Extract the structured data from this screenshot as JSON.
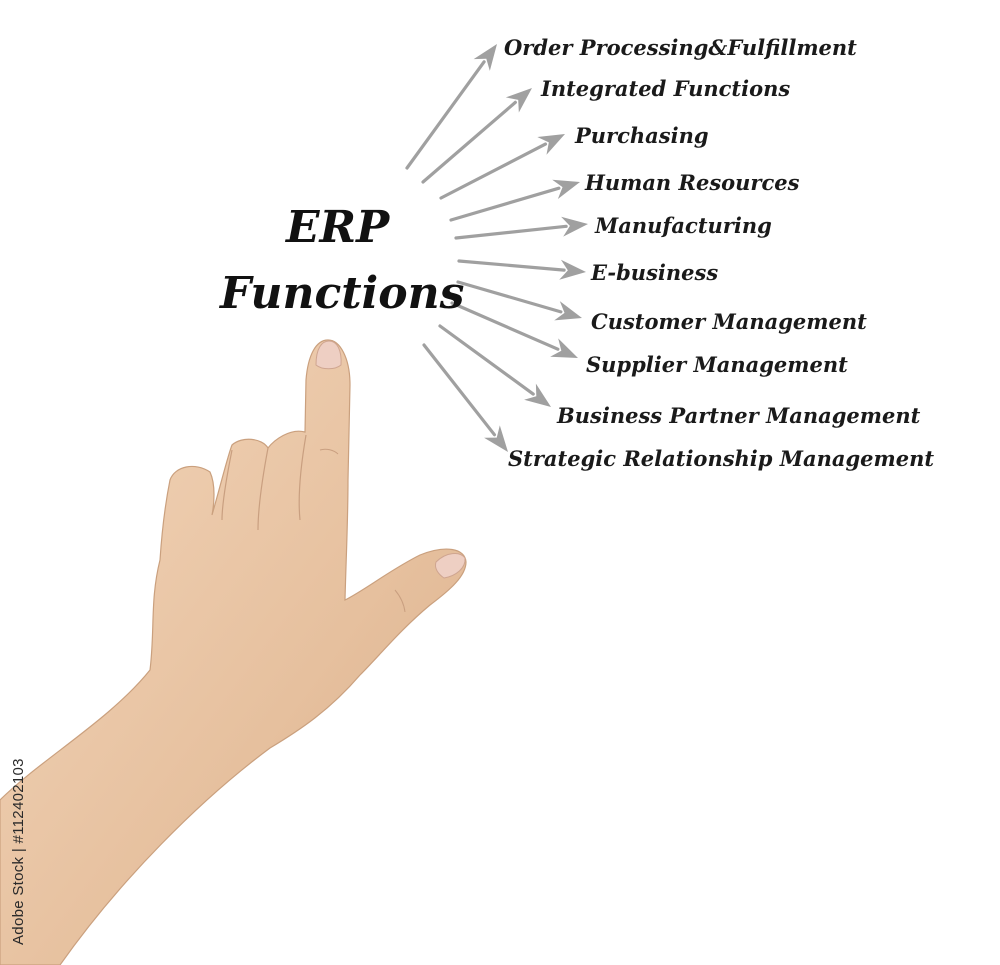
{
  "diagram": {
    "title_line_1": "ERP",
    "title_line_2": "Functions",
    "arrow_color": "#a0a0a0",
    "functions": [
      "Order Processing&Fulfillment",
      "Integrated Functions",
      "Purchasing",
      "Human Resources",
      "Manufacturing",
      "E-business",
      "Customer Management",
      "Supplier Management",
      "Business Partner Management",
      "Strategic Relationship Management"
    ]
  },
  "image_credit": "Adobe Stock | #112402103",
  "colors": {
    "background": "#ffffff",
    "text": "#111111",
    "skin": "#e9c5a4"
  }
}
